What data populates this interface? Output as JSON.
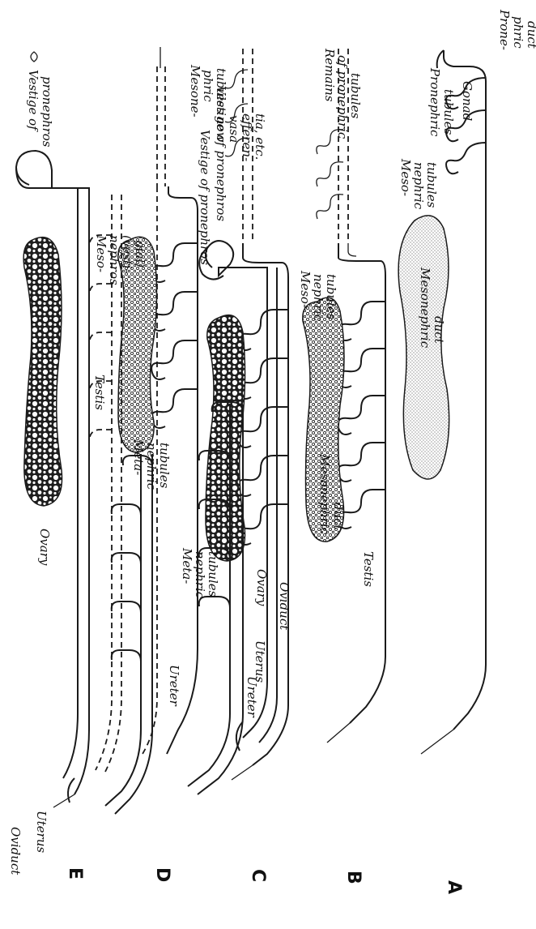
{
  "panels": {
    "A": {
      "letter": "A",
      "labels": {
        "pronephric_duct": [
          "Prone-",
          "phric",
          "duct"
        ],
        "pronephric_tubules": [
          "Pronephric",
          "tubules"
        ],
        "gonad": "Gonad"
      }
    },
    "B": {
      "letter": "B",
      "labels": {
        "mesonephric_tubules": [
          "Meso-",
          "nephric",
          "tubules"
        ],
        "mesonephric_duct": [
          "Mesonephric",
          "duct"
        ],
        "remains_pronephric_tubules": [
          "Remains",
          "of pronephric",
          "tubules"
        ],
        "testis": "Testis"
      }
    },
    "C": {
      "letter": "C",
      "labels": {
        "mesonephric_tubules": [
          "Meso-",
          "nephric",
          "tubules"
        ],
        "mesonephric_duct": [
          "Mesonephric",
          "duct"
        ],
        "ovary": "Ovary",
        "oviduct": "Oviduct",
        "uterus": "Uterus",
        "vestige_pronephros": "Vestige of pronephros"
      }
    },
    "D": {
      "letter": "D",
      "labels": {
        "mesonephric_tubules_now": [
          "Mesone-",
          "phric",
          "tubules",
          "now",
          "vasa",
          "efferen-",
          "tia, etc."
        ],
        "vestige_pronephros": "Vestige of pronephros",
        "testis": "Testis",
        "ureter": "Ureter",
        "metanephric_tubules": [
          "Meta-",
          "nephric",
          "tubules"
        ]
      }
    },
    "E": {
      "letter": "E",
      "labels": {
        "vestige_pronephros": [
          "Vestige of",
          "pronephros"
        ],
        "mesonephros_vestigial": [
          "Meso-",
          "nephros",
          "(vesti-",
          "gial)"
        ],
        "metanephric_tubules": [
          "Meta-",
          "nephric",
          "tubules"
        ],
        "ureter": "Ureter",
        "ovary": "Ovary",
        "oviduct": "Oviduct",
        "uterus": "Uterus"
      }
    }
  }
}
